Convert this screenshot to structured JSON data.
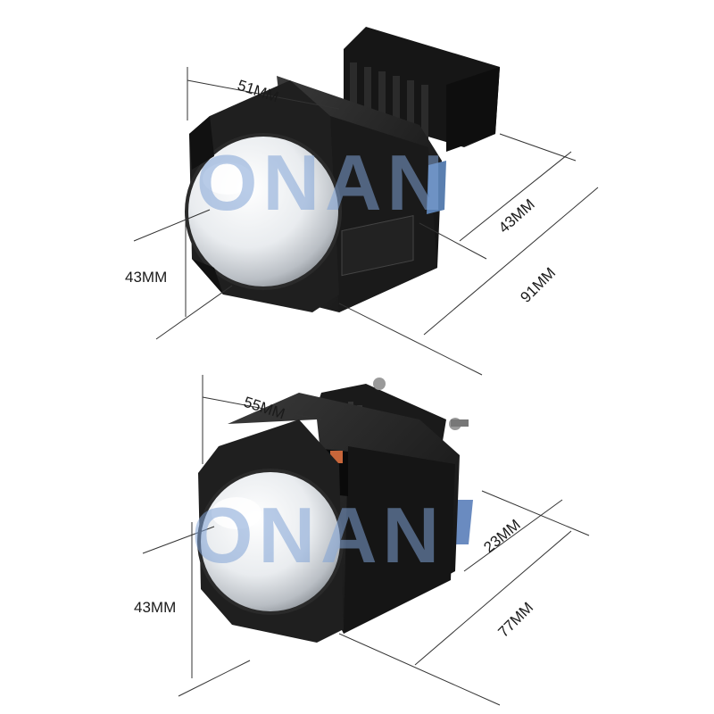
{
  "watermark": "ONAN",
  "top_product": {
    "labels": {
      "width": "51MM",
      "height": "43MM",
      "heatsink_depth": "43MM",
      "total_length": "91MM"
    }
  },
  "bottom_product": {
    "labels": {
      "width": "55MM",
      "height": "43MM",
      "rear_depth": "23MM",
      "total_length": "77MM"
    }
  },
  "colors": {
    "housing": "#1c1c1c",
    "lens_rim": "#cfcfcf",
    "watermark": "#7fa3d6",
    "dimension_lines": "#333333"
  }
}
